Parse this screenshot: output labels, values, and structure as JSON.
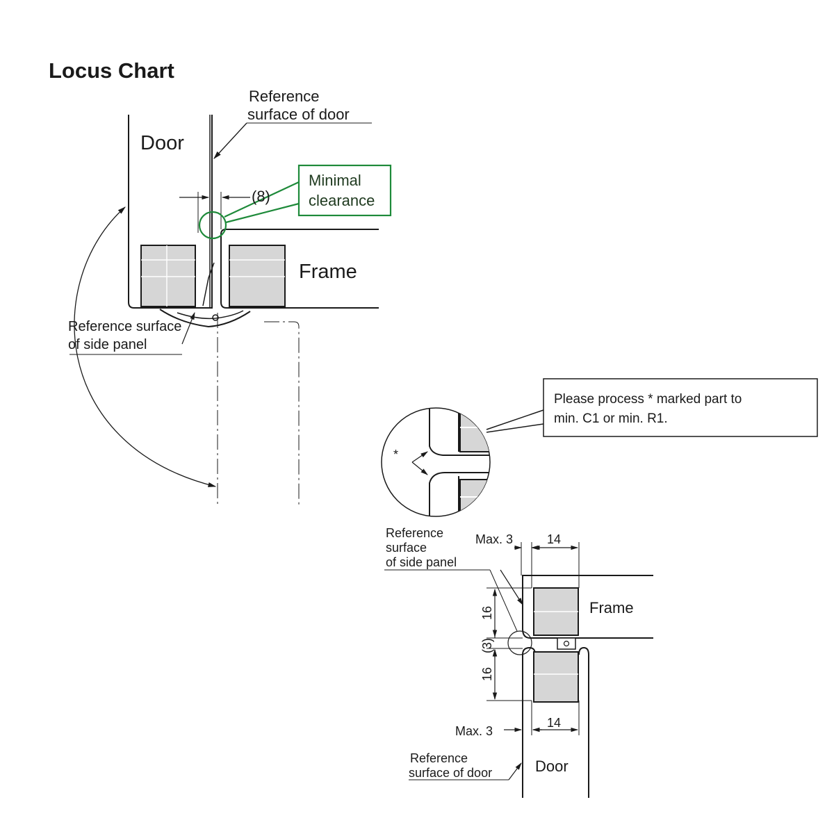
{
  "title": "Locus Chart",
  "top_view": {
    "door_label": "Door",
    "frame_label": "Frame",
    "ref_door_line1": "Reference",
    "ref_door_line2": "surface of door",
    "clearance_dim": "(8)",
    "min_clearance_line1": "Minimal",
    "min_clearance_line2": "clearance",
    "ref_side_line1": "Reference surface",
    "ref_side_line2": "of side panel"
  },
  "detail_view": {
    "note_line1": "Please process * marked part to",
    "note_line2": "min. C1 or min. R1.",
    "asterisk": "*",
    "ref_side_line1": "Reference",
    "ref_side_line2": "surface",
    "ref_side_line3": "of side panel",
    "max3_top": "Max. 3",
    "dim14_top": "14",
    "frame_label": "Frame",
    "dim16_top": "16",
    "dim3": "(3)",
    "dim16_bottom": "16",
    "max3_bottom": "Max. 3",
    "dim14_bottom": "14",
    "ref_door_line1": "Reference",
    "ref_door_line2": "surface of door",
    "door_label": "Door"
  },
  "colors": {
    "line": "#1a1a1a",
    "green": "#1e8a3a",
    "block_fill": "#d6d6d6"
  }
}
